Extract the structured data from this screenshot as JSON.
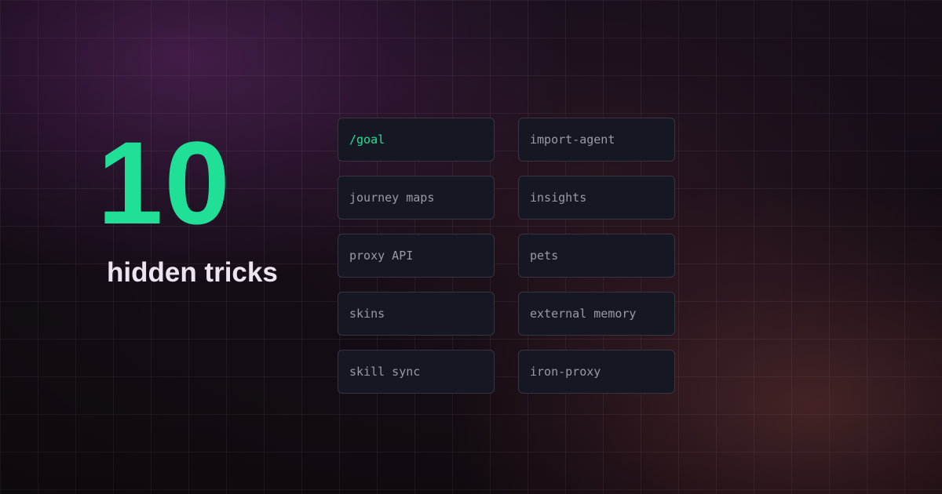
{
  "headline": {
    "number": "10",
    "subtitle": "hidden tricks"
  },
  "tricks": [
    {
      "label": "/goal"
    },
    {
      "label": "import-agent"
    },
    {
      "label": "journey maps"
    },
    {
      "label": "insights"
    },
    {
      "label": "proxy API"
    },
    {
      "label": "pets"
    },
    {
      "label": "skins"
    },
    {
      "label": "external memory"
    },
    {
      "label": "skill sync"
    },
    {
      "label": "iron-proxy"
    }
  ],
  "colors": {
    "accent": "#20e098",
    "subtitle": "#ece4f0",
    "tile_background": "#151822",
    "tile_border": "#3a3442",
    "tile_text": "#9a9aa6"
  }
}
